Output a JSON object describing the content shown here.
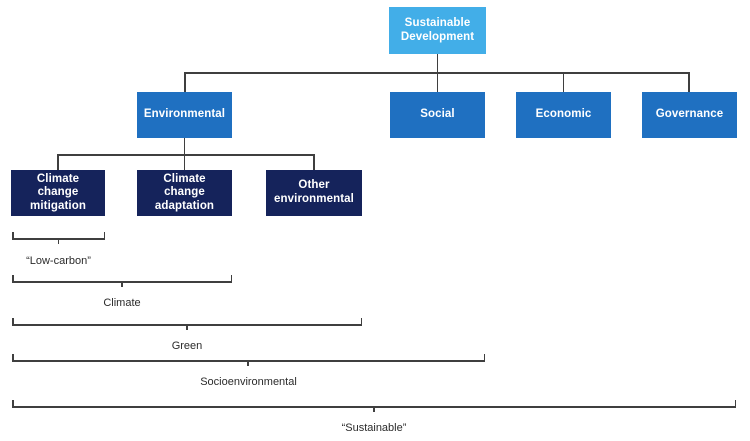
{
  "diagram": {
    "title": "Sustainable Development hierarchy with nested terminology scopes",
    "colors": {
      "root": "#42AEE8",
      "pillar": "#1F70C1",
      "leaf": "#15235B",
      "connector": "#3f3f3f",
      "label_text": "#2b2b2b",
      "background": "#ffffff"
    },
    "root": {
      "label": "Sustainable Development"
    },
    "pillars": [
      {
        "label": "Environmental"
      },
      {
        "label": "Social"
      },
      {
        "label": "Economic"
      },
      {
        "label": "Governance"
      }
    ],
    "environmental_children": [
      {
        "label": "Climate change mitigation"
      },
      {
        "label": "Climate change adaptation"
      },
      {
        "label": "Other environmental"
      }
    ],
    "scopes": [
      {
        "label": "“Low-carbon”",
        "covers": "Climate change mitigation"
      },
      {
        "label": "Climate",
        "covers": "Climate change mitigation + Climate change adaptation"
      },
      {
        "label": "Green",
        "covers": "All environmental categories"
      },
      {
        "label": "Socioenvironmental",
        "covers": "Environmental + Social"
      },
      {
        "label": "“Sustainable”",
        "covers": "Environmental + Social + Economic + Governance"
      }
    ]
  }
}
